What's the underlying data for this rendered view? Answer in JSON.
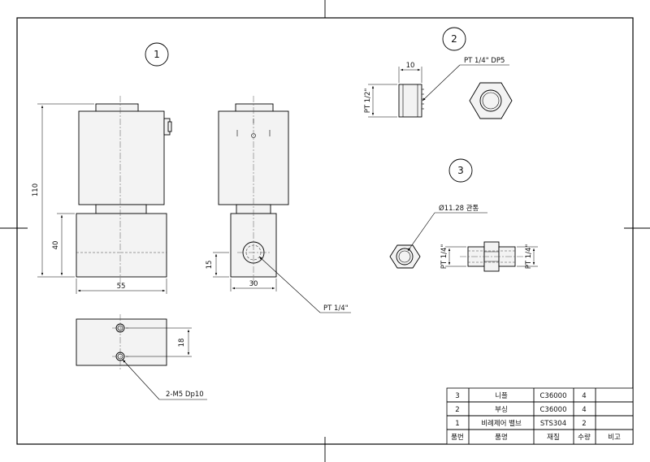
{
  "balloons": {
    "b1": "1",
    "b2": "2",
    "b3": "3"
  },
  "dimensions": {
    "height_total": "110",
    "height_body": "40",
    "width_body": "55",
    "port_height": "15",
    "side_width": "30",
    "nipple_length": "10",
    "nipple_thread": "PT 1/2\"",
    "base_spacing": "18",
    "pipe_left_thread": "PT 1/4\"",
    "pipe_right_thread": "PT 1/4\""
  },
  "callouts": {
    "port_thread": "PT 1/4\"",
    "nipple_depth": "PT 1/4\" DP5",
    "mount_holes": "2-M5 Dp10",
    "pipe_dia": "Ø11.28 관통"
  },
  "title_block": {
    "headers": [
      "품번",
      "품명",
      "재질",
      "수량",
      "비고"
    ],
    "rows": [
      [
        "3",
        "니플",
        "C36000",
        "4",
        ""
      ],
      [
        "2",
        "부싱",
        "C36000",
        "4",
        ""
      ],
      [
        "1",
        "비례제어 밸브",
        "STS304",
        "2",
        ""
      ]
    ]
  },
  "colors": {
    "line": "#000000",
    "fill": "#f3f3f3",
    "paper": "#ffffff"
  }
}
